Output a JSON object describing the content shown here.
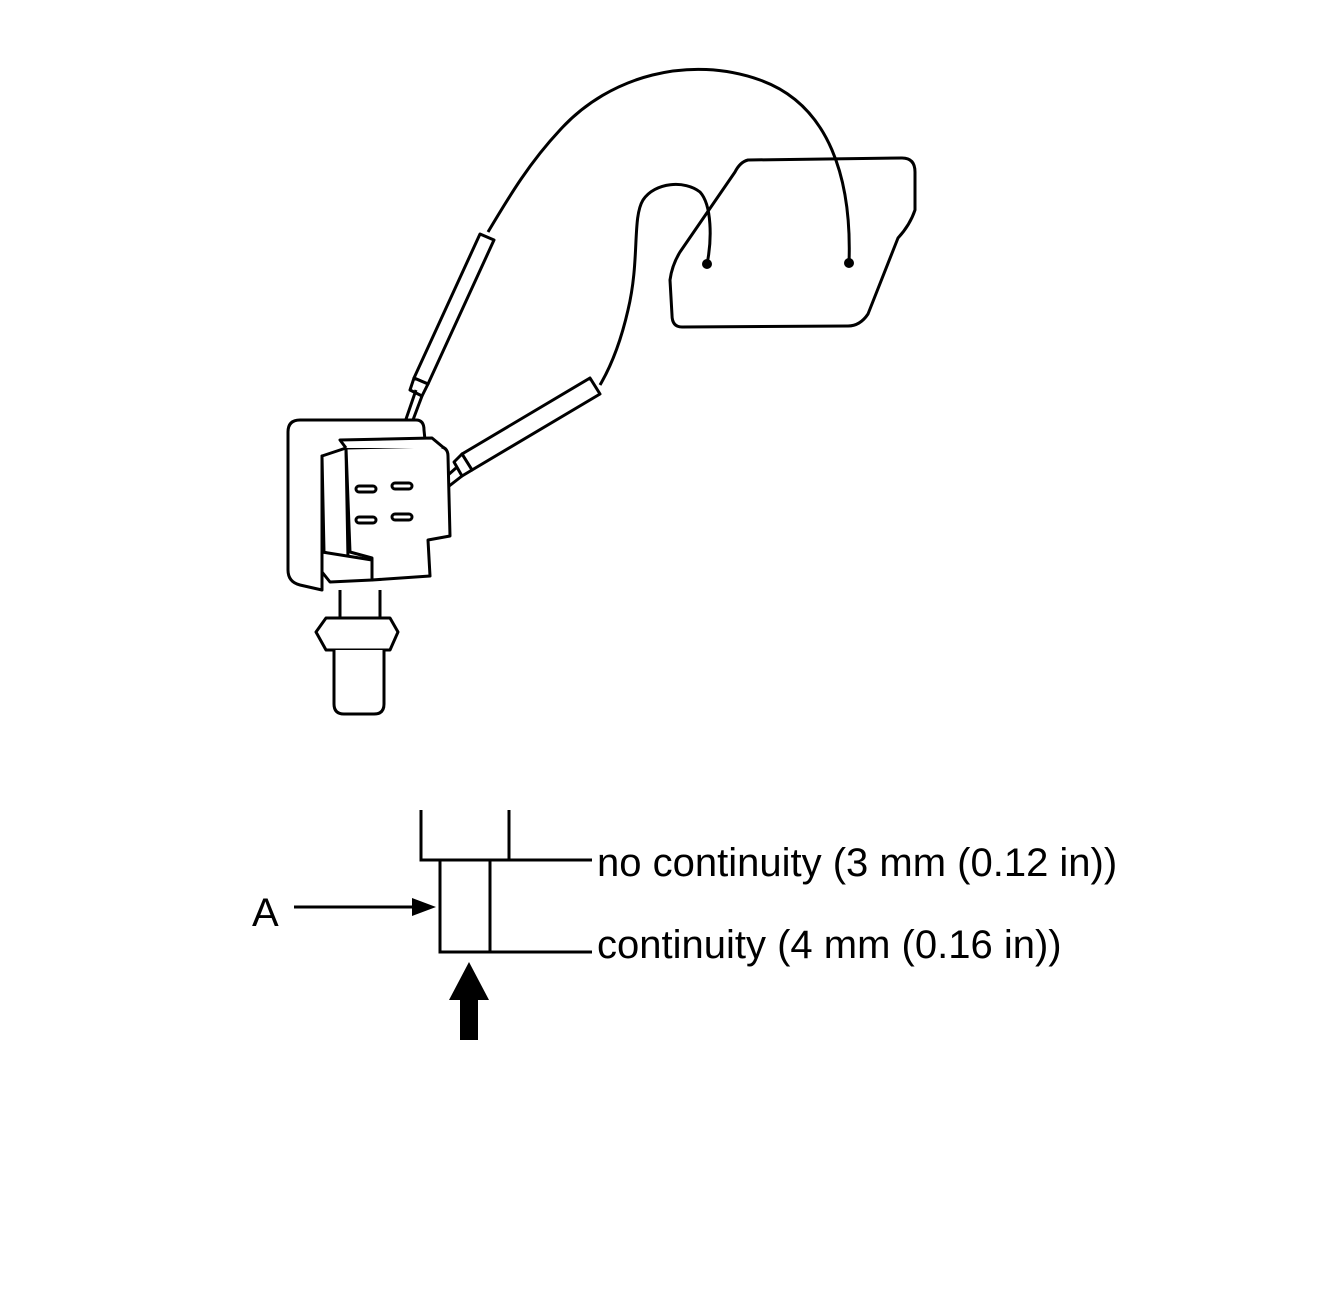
{
  "labels": {
    "part_a": "A",
    "no_continuity": "no continuity (3 mm (0.12 in))",
    "continuity": "continuity (4 mm (0.16 in))"
  },
  "colors": {
    "ink": "#000000",
    "background": "#ffffff"
  }
}
